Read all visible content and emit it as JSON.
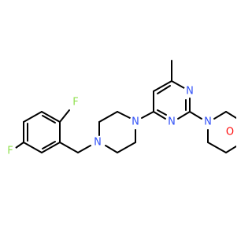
{
  "molecule": {
    "colors": {
      "bond": "#000000",
      "nitrogen": "#3050F8",
      "oxygen": "#FF0D0D",
      "fluorine": "#90E050"
    },
    "atom_labels": {
      "fluorine_ortho": "F",
      "fluorine_meta": "F",
      "piperazine_n_benzyl": "N",
      "piperazine_n_aryl": "N",
      "pyrimidine_n1": "N",
      "pyrimidine_n3": "N",
      "morpholine_n": "N",
      "morpholine_o": "O"
    }
  }
}
